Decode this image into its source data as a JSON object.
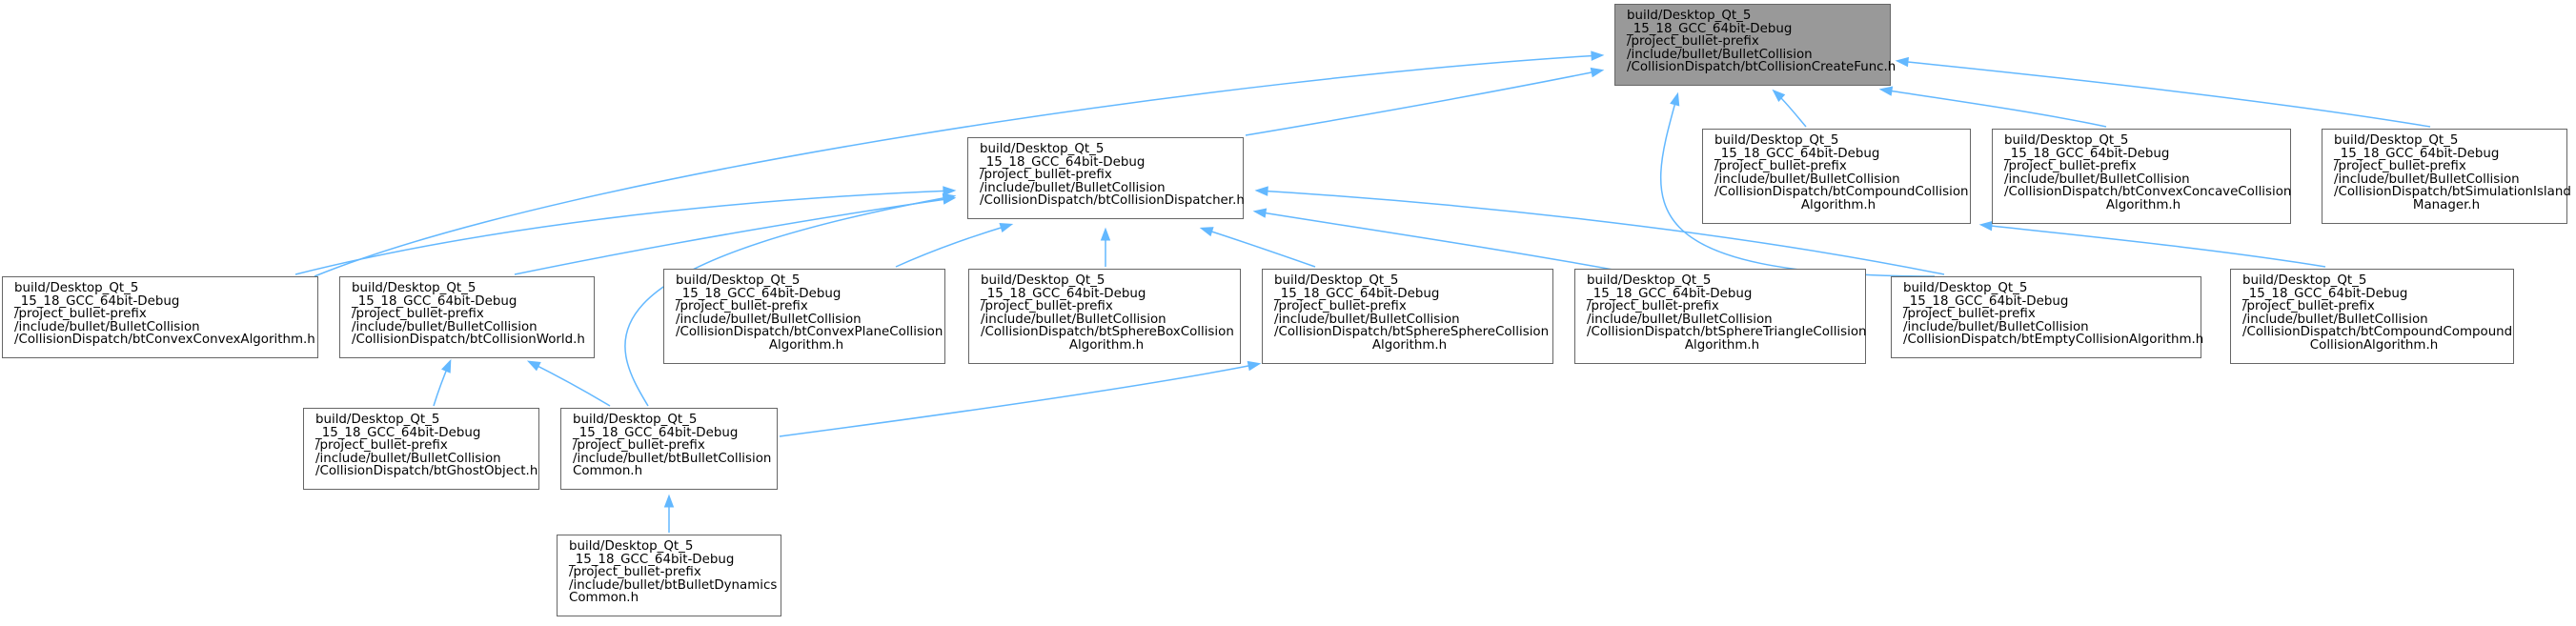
{
  "graph": {
    "nodes": [
      {
        "id": "create_func",
        "root": true,
        "lines": [
          "build/Desktop_Qt_5",
          "_15_18_GCC_64bit-Debug",
          "/project_bullet-prefix",
          "/include/bullet/BulletCollision",
          "/CollisionDispatch/btCollisionCreateFunc.h"
        ]
      },
      {
        "id": "dispatcher",
        "lines": [
          "build/Desktop_Qt_5",
          "_15_18_GCC_64bit-Debug",
          "/project_bullet-prefix",
          "/include/bullet/BulletCollision",
          "/CollisionDispatch/btCollisionDispatcher.h"
        ]
      },
      {
        "id": "compound",
        "lines": [
          "build/Desktop_Qt_5",
          "_15_18_GCC_64bit-Debug",
          "/project_bullet-prefix",
          "/include/bullet/BulletCollision",
          "/CollisionDispatch/btCompoundCollision",
          "Algorithm.h"
        ]
      },
      {
        "id": "convex_concave",
        "lines": [
          "build/Desktop_Qt_5",
          "_15_18_GCC_64bit-Debug",
          "/project_bullet-prefix",
          "/include/bullet/BulletCollision",
          "/CollisionDispatch/btConvexConcaveCollision",
          "Algorithm.h"
        ]
      },
      {
        "id": "sim_island",
        "lines": [
          "build/Desktop_Qt_5",
          "_15_18_GCC_64bit-Debug",
          "/project_bullet-prefix",
          "/include/bullet/BulletCollision",
          "/CollisionDispatch/btSimulationIsland",
          "Manager.h"
        ]
      },
      {
        "id": "convex_convex",
        "lines": [
          "build/Desktop_Qt_5",
          "_15_18_GCC_64bit-Debug",
          "/project_bullet-prefix",
          "/include/bullet/BulletCollision",
          "/CollisionDispatch/btConvexConvexAlgorithm.h"
        ]
      },
      {
        "id": "world",
        "lines": [
          "build/Desktop_Qt_5",
          "_15_18_GCC_64bit-Debug",
          "/project_bullet-prefix",
          "/include/bullet/BulletCollision",
          "/CollisionDispatch/btCollisionWorld.h"
        ]
      },
      {
        "id": "convex_plane",
        "lines": [
          "build/Desktop_Qt_5",
          "_15_18_GCC_64bit-Debug",
          "/project_bullet-prefix",
          "/include/bullet/BulletCollision",
          "/CollisionDispatch/btConvexPlaneCollision",
          "Algorithm.h"
        ]
      },
      {
        "id": "sphere_box",
        "lines": [
          "build/Desktop_Qt_5",
          "_15_18_GCC_64bit-Debug",
          "/project_bullet-prefix",
          "/include/bullet/BulletCollision",
          "/CollisionDispatch/btSphereBoxCollision",
          "Algorithm.h"
        ]
      },
      {
        "id": "sphere_sphere",
        "lines": [
          "build/Desktop_Qt_5",
          "_15_18_GCC_64bit-Debug",
          "/project_bullet-prefix",
          "/include/bullet/BulletCollision",
          "/CollisionDispatch/btSphereSphereCollision",
          "Algorithm.h"
        ]
      },
      {
        "id": "sphere_triangle",
        "lines": [
          "build/Desktop_Qt_5",
          "_15_18_GCC_64bit-Debug",
          "/project_bullet-prefix",
          "/include/bullet/BulletCollision",
          "/CollisionDispatch/btSphereTriangleCollision",
          "Algorithm.h"
        ]
      },
      {
        "id": "empty",
        "lines": [
          "build/Desktop_Qt_5",
          "_15_18_GCC_64bit-Debug",
          "/project_bullet-prefix",
          "/include/bullet/BulletCollision",
          "/CollisionDispatch/btEmptyCollisionAlgorithm.h"
        ]
      },
      {
        "id": "compound_compound",
        "lines": [
          "build/Desktop_Qt_5",
          "_15_18_GCC_64bit-Debug",
          "/project_bullet-prefix",
          "/include/bullet/BulletCollision",
          "/CollisionDispatch/btCompoundCompound",
          "CollisionAlgorithm.h"
        ]
      },
      {
        "id": "ghost",
        "lines": [
          "build/Desktop_Qt_5",
          "_15_18_GCC_64bit-Debug",
          "/project_bullet-prefix",
          "/include/bullet/BulletCollision",
          "/CollisionDispatch/btGhostObject.h"
        ]
      },
      {
        "id": "bullet_collision_common",
        "lines": [
          "build/Desktop_Qt_5",
          "_15_18_GCC_64bit-Debug",
          "/project_bullet-prefix",
          "/include/bullet/btBulletCollision",
          "Common.h"
        ]
      },
      {
        "id": "bullet_dynamics_common",
        "lines": [
          "build/Desktop_Qt_5",
          "_15_18_GCC_64bit-Debug",
          "/project_bullet-prefix",
          "/include/bullet/btBulletDynamics",
          "Common.h"
        ]
      }
    ],
    "edges": [
      {
        "from": "dispatcher",
        "to": "create_func"
      },
      {
        "from": "compound",
        "to": "create_func"
      },
      {
        "from": "convex_concave",
        "to": "create_func"
      },
      {
        "from": "sim_island",
        "to": "create_func"
      },
      {
        "from": "convex_convex",
        "to": "create_func"
      },
      {
        "from": "empty",
        "to": "create_func"
      },
      {
        "from": "convex_convex",
        "to": "dispatcher"
      },
      {
        "from": "world",
        "to": "dispatcher"
      },
      {
        "from": "convex_plane",
        "to": "dispatcher"
      },
      {
        "from": "sphere_box",
        "to": "dispatcher"
      },
      {
        "from": "sphere_sphere",
        "to": "dispatcher"
      },
      {
        "from": "sphere_triangle",
        "to": "dispatcher"
      },
      {
        "from": "empty",
        "to": "dispatcher"
      },
      {
        "from": "bullet_collision_common",
        "to": "dispatcher"
      },
      {
        "from": "compound_compound",
        "to": "compound"
      },
      {
        "from": "ghost",
        "to": "world"
      },
      {
        "from": "bullet_collision_common",
        "to": "world"
      },
      {
        "from": "bullet_collision_common",
        "to": "sphere_sphere"
      },
      {
        "from": "bullet_dynamics_common",
        "to": "bullet_collision_common"
      }
    ],
    "colors": {
      "edge": "#63b8ff",
      "root_fill": "#999999",
      "node_border": "#666666",
      "node_fill": "#ffffff"
    }
  }
}
